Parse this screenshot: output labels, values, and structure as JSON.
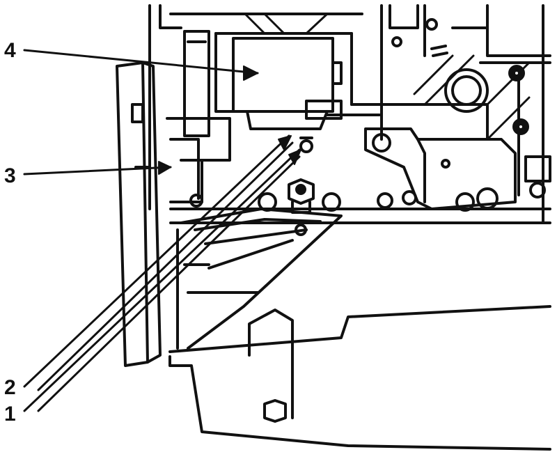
{
  "diagram": {
    "callouts": [
      {
        "id": "1",
        "label": "1"
      },
      {
        "id": "2",
        "label": "2"
      },
      {
        "id": "3",
        "label": "3"
      },
      {
        "id": "4",
        "label": "4"
      }
    ]
  },
  "colors": {
    "ink": "#111111",
    "paper": "#ffffff"
  }
}
